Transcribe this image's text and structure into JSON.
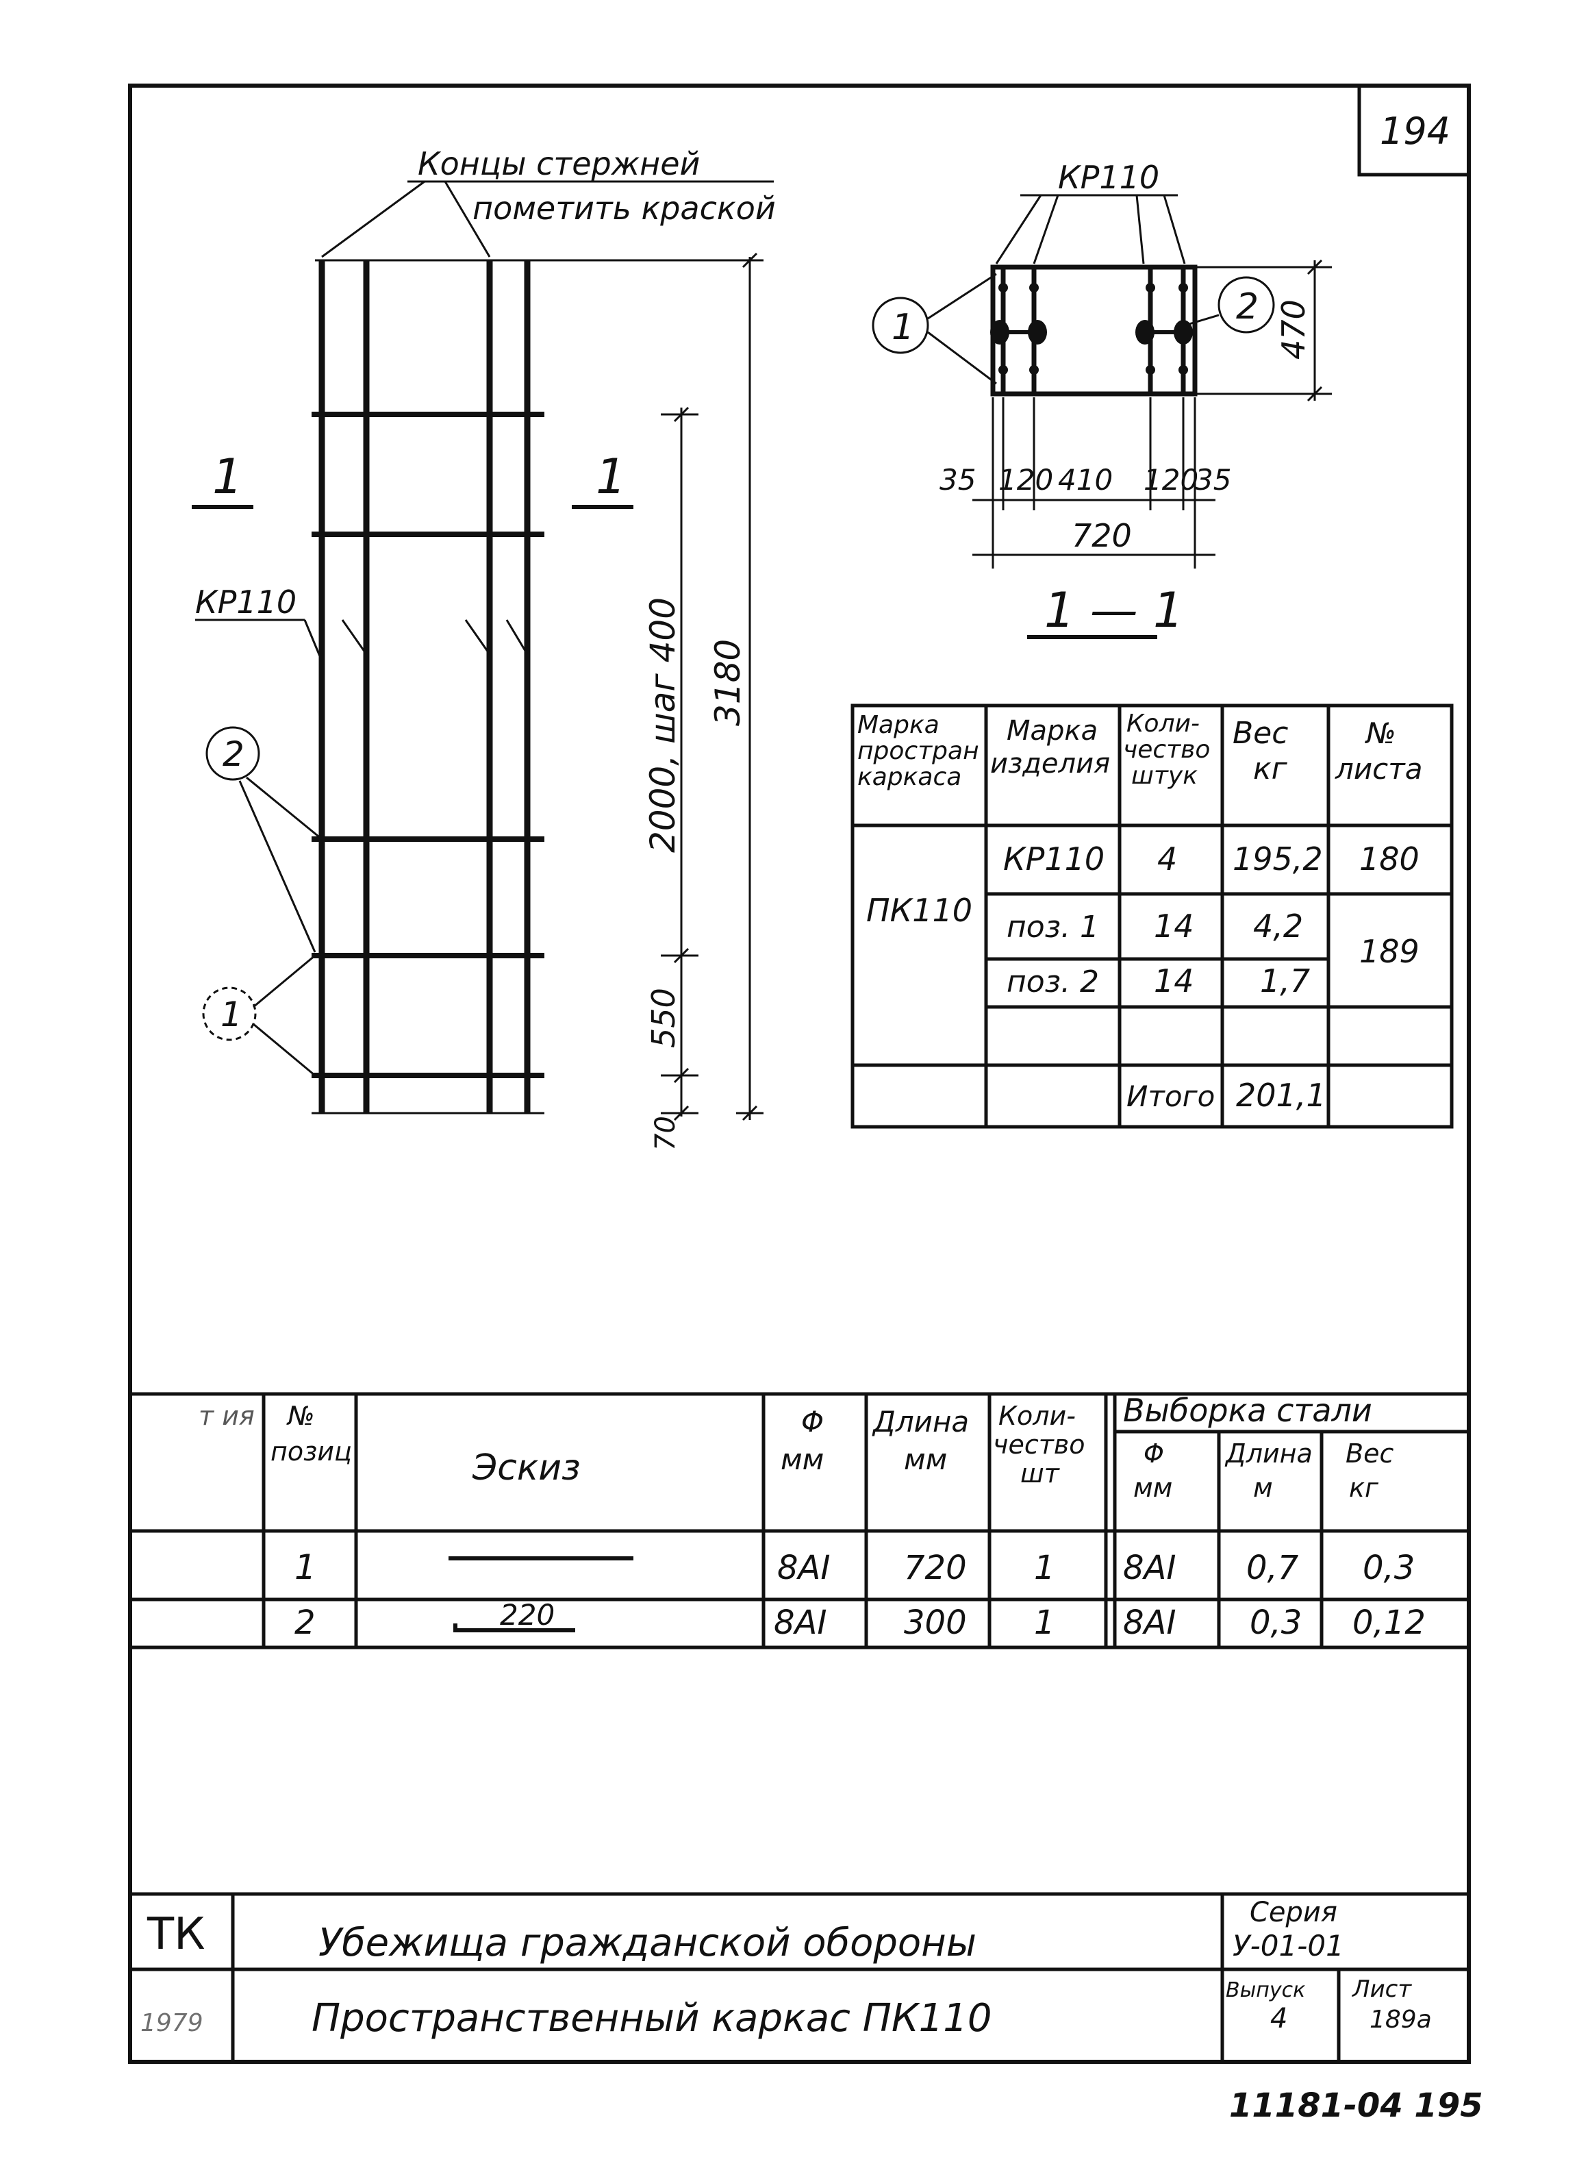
{
  "sheet": {
    "page_number": "194",
    "stamp": "11181-04 195"
  },
  "elevation": {
    "note_line1": "Концы стержней",
    "note_line2": "пометить краской",
    "cut_mark_left": "1",
    "cut_mark_right": "1",
    "frame_label": "КР110",
    "callout_2": "2",
    "callout_1": "1",
    "dim_total": "3180",
    "dim_spacing": "2000, шаг 400",
    "dim_550": "550",
    "dim_70": "70"
  },
  "section": {
    "frame_label": "КР110",
    "callout_1": "1",
    "callout_2": "2",
    "dim_height": "470",
    "dims_bottom": [
      "35",
      "120",
      "410",
      "120",
      "35"
    ],
    "dim_total": "720",
    "title": "1 — 1"
  },
  "frame_table": {
    "headers": [
      "Марка простран каркаса",
      "Марка изделия",
      "Коли-чество штук",
      "Вес кг",
      "№ листа"
    ],
    "frame_mark": "ПК110",
    "rows": [
      [
        "КР110",
        "4",
        "195,2",
        "180"
      ],
      [
        "поз. 1",
        "14",
        "4,2",
        "189"
      ],
      [
        "поз. 2",
        "14",
        "1,7",
        ""
      ]
    ],
    "total_label": "Итого",
    "total_weight": "201,1"
  },
  "spec_table": {
    "headers": {
      "c0": "т ия",
      "pos": "№ позиц",
      "sketch": "Эскиз",
      "dia": "Φ мм",
      "length": "Длина мм",
      "qty": "Коли-чество шт",
      "group": "Выборка стали",
      "sdia": "Φ мм",
      "slen": "Длина м",
      "sweight": "Вес кг"
    },
    "rows": [
      {
        "pos": "1",
        "sketch_label": "",
        "dia": "8AI",
        "length": "720",
        "qty": "1",
        "sdia": "8AI",
        "slen": "0,7",
        "sweight": "0,3"
      },
      {
        "pos": "2",
        "sketch_label": "220",
        "dia": "8AI",
        "length": "300",
        "qty": "1",
        "sdia": "8AI",
        "slen": "0,3",
        "sweight": "0,12"
      }
    ]
  },
  "title_block": {
    "org": "ТК",
    "year": "1979",
    "title1": "Убежища гражданской обороны",
    "title2": "Пространственный каркас ПК110",
    "series_label": "Серия",
    "series": "У-01-01",
    "issue_label": "Выпуск",
    "issue": "4",
    "sheet_label": "Лист",
    "sheet": "189а"
  }
}
